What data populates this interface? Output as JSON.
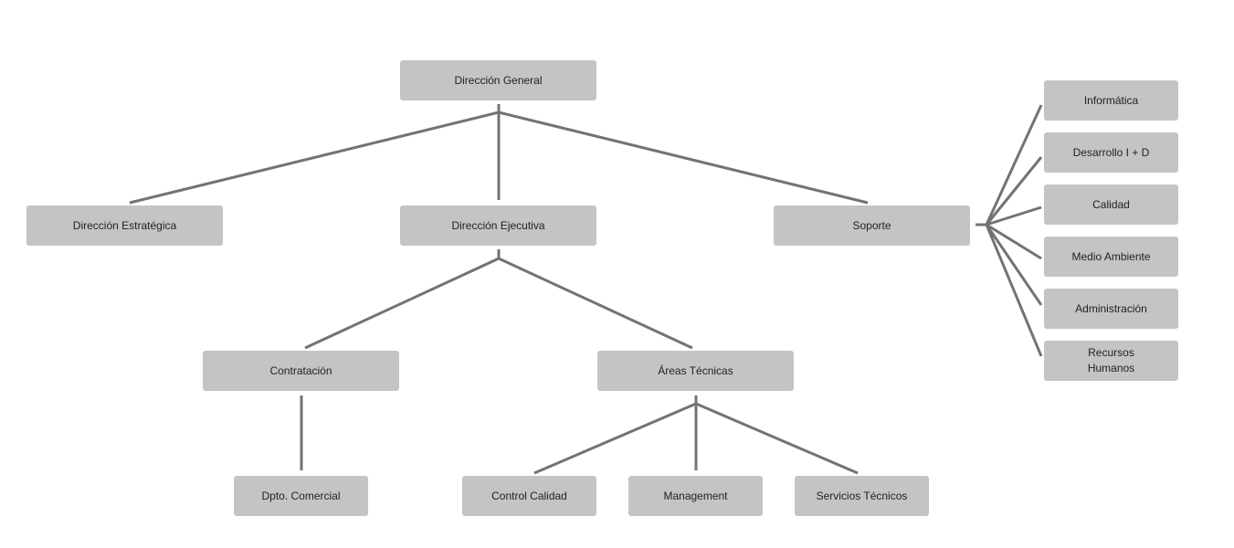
{
  "org_chart": {
    "level0": {
      "direccion_general": "Dirección General"
    },
    "level1": {
      "direccion_estrategica": "Dirección Estratégica",
      "direccion_ejecutiva": "Dirección Ejecutiva",
      "soporte": "Soporte"
    },
    "level2": {
      "contratacion": "Contratación",
      "areas_tecnicas": "Áreas Técnicas"
    },
    "level3": {
      "dpto_comercial": "Dpto. Comercial",
      "control_calidad": "Control Calidad",
      "management": "Management",
      "servicios_tecnicos": "Servicios Técnicos"
    },
    "soporte_units": {
      "informatica": "Informática",
      "desarrollo": "Desarrollo I + D",
      "calidad": "Calidad",
      "medio_ambiente": "Medio Ambiente",
      "administracion": "Administración",
      "recursos_humanos": "Recursos\nHumanos"
    }
  },
  "colors": {
    "node_fill": "#c4c4c4",
    "connector": "#737373",
    "text": "#222222",
    "background": "#ffffff"
  }
}
